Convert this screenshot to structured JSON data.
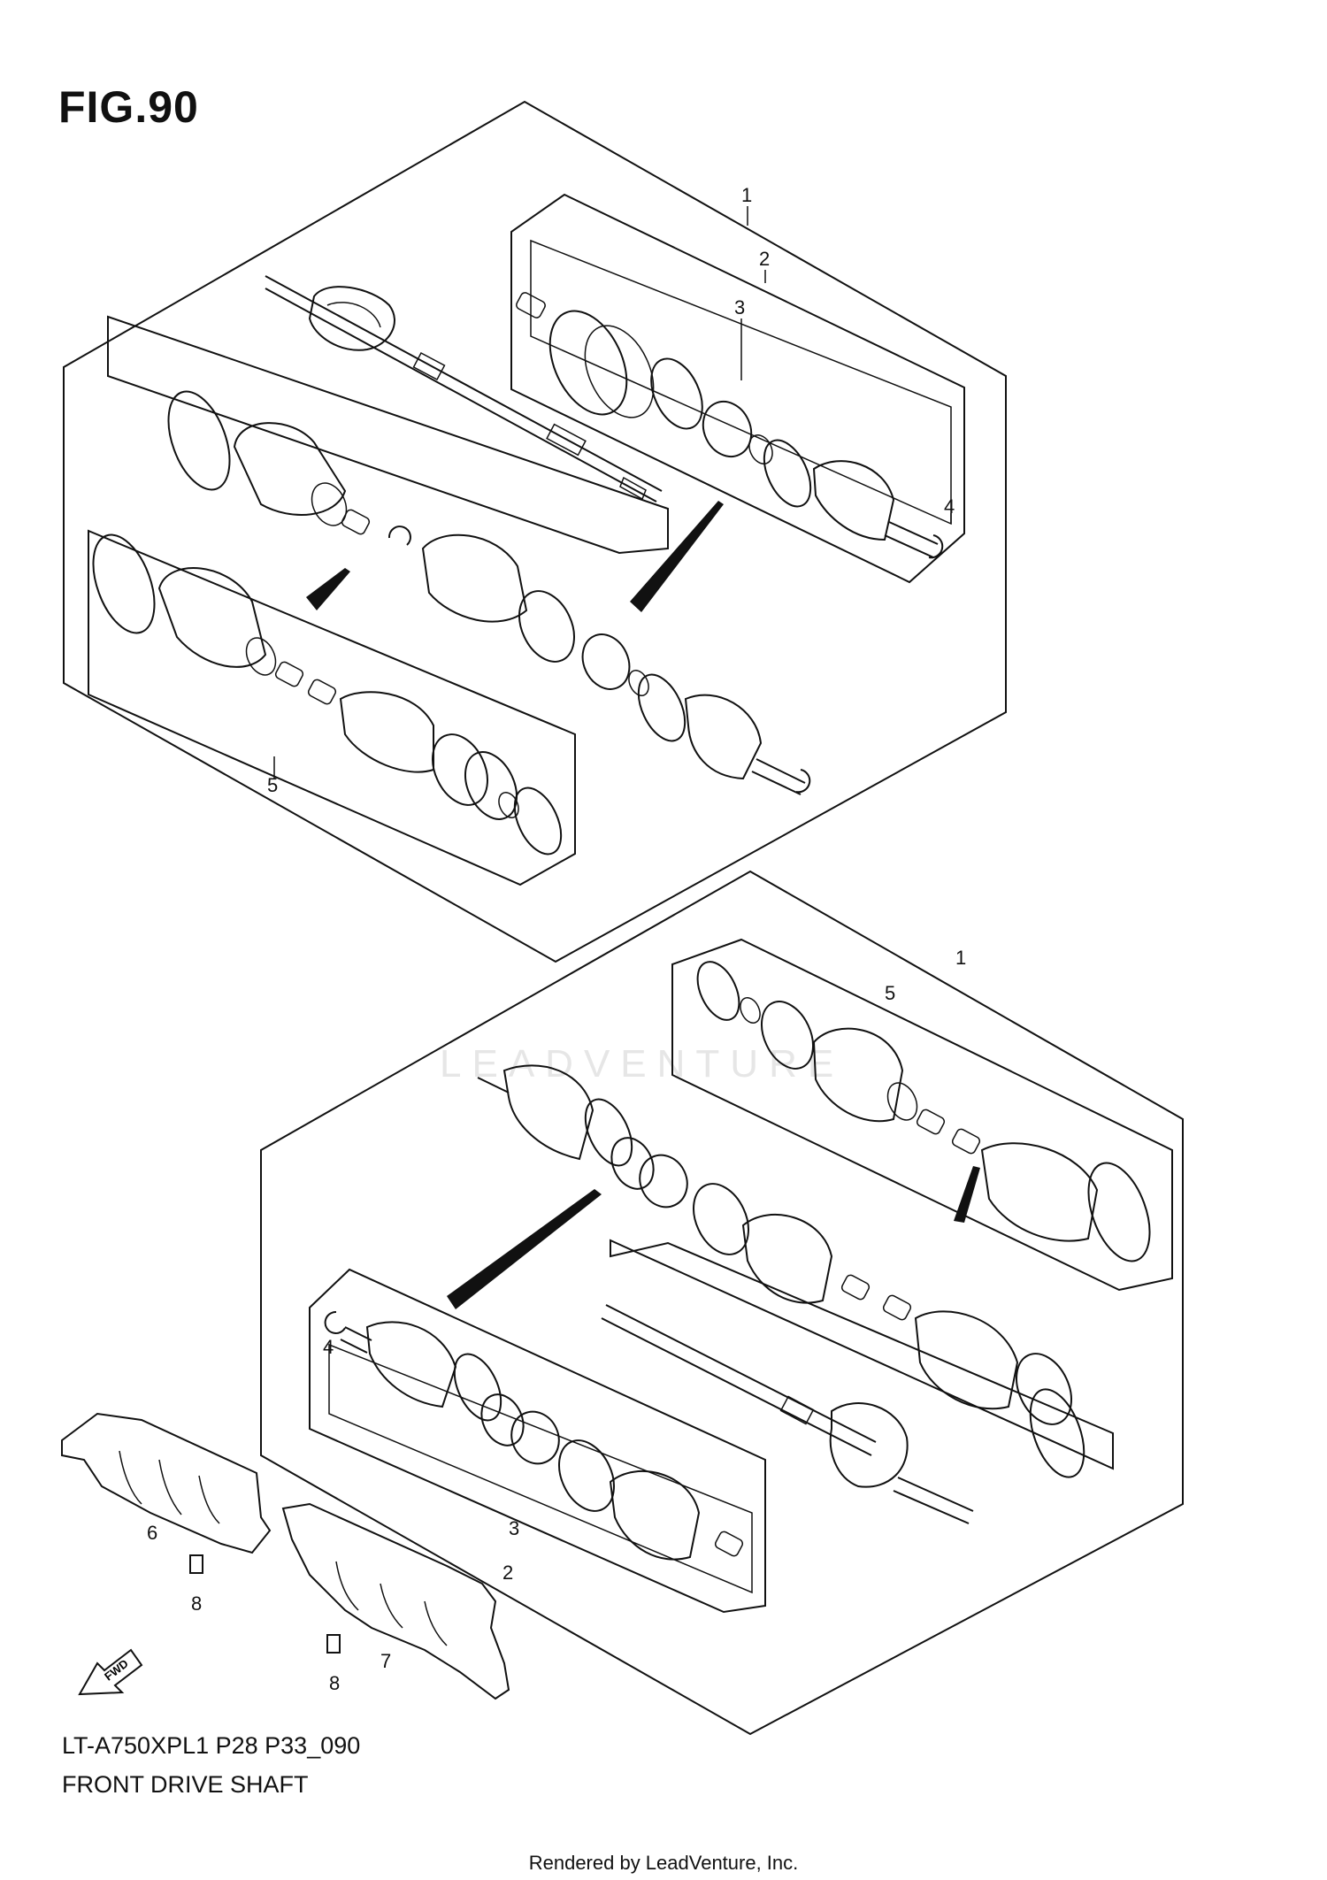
{
  "figure": {
    "title": "FIG.90",
    "model_code": "LT-A750XPL1 P28 P33_090",
    "diagram_name": "FRONT DRIVE SHAFT",
    "watermark_text": "LEADVENTURE",
    "footer": "Rendered by LeadVenture, Inc."
  },
  "direction_arrow": {
    "label": "FWD"
  },
  "callouts": {
    "upper_assembly": "1",
    "upper_boot_set": "2",
    "upper_joint_set": "3",
    "upper_circlip": "4",
    "upper_boot_kit": "5",
    "lower_assembly": "1",
    "lower_boot_kit": "5",
    "lower_circlip": "4",
    "lower_joint_set": "3",
    "lower_boot_set": "2",
    "guard_left": "6",
    "bolt_left": "8",
    "guard_right": "7",
    "bolt_right": "8"
  },
  "colors": {
    "line": "#111111",
    "background": "#ffffff",
    "watermark": "#e6e6e6"
  }
}
